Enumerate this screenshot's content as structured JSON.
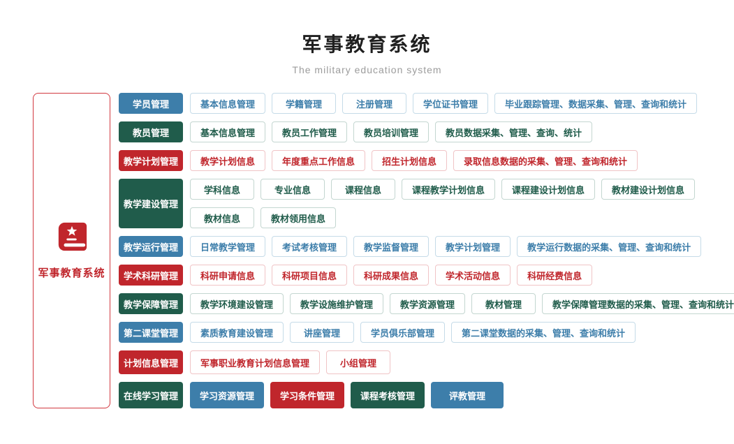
{
  "header": {
    "title": "军事教育系统",
    "subtitle": "The military education system"
  },
  "sidebar": {
    "label": "军事教育系统",
    "icon": "book-star-icon"
  },
  "colors": {
    "blue": "#3d7eaa",
    "green": "#205c4b",
    "red": "#c0262c",
    "blue_border": "#c5dbe8",
    "green_border": "#c3d6d0",
    "red_border": "#f0c4c6",
    "sidebar_border": "#d2383f"
  },
  "groups": [
    {
      "id": "student-management",
      "label": "学员管理",
      "color": "blue",
      "lines": [
        [
          "基本信息管理",
          "学籍管理",
          "注册管理",
          "学位证书管理",
          "毕业跟踪管理、数据采集、管理、查询和统计"
        ]
      ]
    },
    {
      "id": "faculty-management",
      "label": "教员管理",
      "color": "green",
      "lines": [
        [
          "基本信息管理",
          "教员工作管理",
          "教员培训管理",
          "教员数据采集、管理、查询、统计"
        ]
      ]
    },
    {
      "id": "teaching-plan-management",
      "label": "教学计划管理",
      "color": "red",
      "lines": [
        [
          "教学计划信息",
          "年度重点工作信息",
          "招生计划信息",
          "录取信息数据的采集、管理、查询和统计"
        ]
      ]
    },
    {
      "id": "teaching-construction-management",
      "label": "教学建设管理",
      "color": "green",
      "lines": [
        [
          "学科信息",
          "专业信息",
          "课程信息",
          "课程教学计划信息",
          "课程建设计划信息",
          "教材建设计划信息"
        ],
        [
          "教材信息",
          "教材领用信息"
        ]
      ]
    },
    {
      "id": "teaching-operation-management",
      "label": "教学运行管理",
      "color": "blue",
      "lines": [
        [
          "日常教学管理",
          "考试考核管理",
          "教学监督管理",
          "教学计划管理",
          "教学运行数据的采集、管理、查询和统计"
        ]
      ]
    },
    {
      "id": "academic-research-management",
      "label": "学术科研管理",
      "color": "red",
      "lines": [
        [
          "科研申请信息",
          "科研项目信息",
          "科研成果信息",
          "学术活动信息",
          "科研经费信息"
        ]
      ]
    },
    {
      "id": "teaching-support-management",
      "label": "教学保障管理",
      "color": "green",
      "lines": [
        [
          "教学环境建设管理",
          "教学设施维护管理",
          "教学资源管理",
          "教材管理",
          "教学保障管理数据的采集、管理、查询和统计"
        ]
      ]
    },
    {
      "id": "second-classroom-management",
      "label": "第二课堂管理",
      "color": "blue",
      "lines": [
        [
          "素质教育建设管理",
          "讲座管理",
          "学员俱乐部管理",
          "第二课堂数据的采集、管理、查询和统计"
        ]
      ]
    },
    {
      "id": "plan-info-management",
      "label": "计划信息管理",
      "color": "red",
      "lines": [
        [
          "军事职业教育计划信息管理",
          "小组管理"
        ]
      ]
    },
    {
      "id": "online-learning-management",
      "label": "在线学习管理",
      "color": "green",
      "filled_children": true,
      "children_colors": [
        "blue",
        "red",
        "green",
        "blue"
      ],
      "lines": [
        [
          "学习资源管理",
          "学习条件管理",
          "课程考核管理",
          "评教管理"
        ]
      ]
    }
  ]
}
